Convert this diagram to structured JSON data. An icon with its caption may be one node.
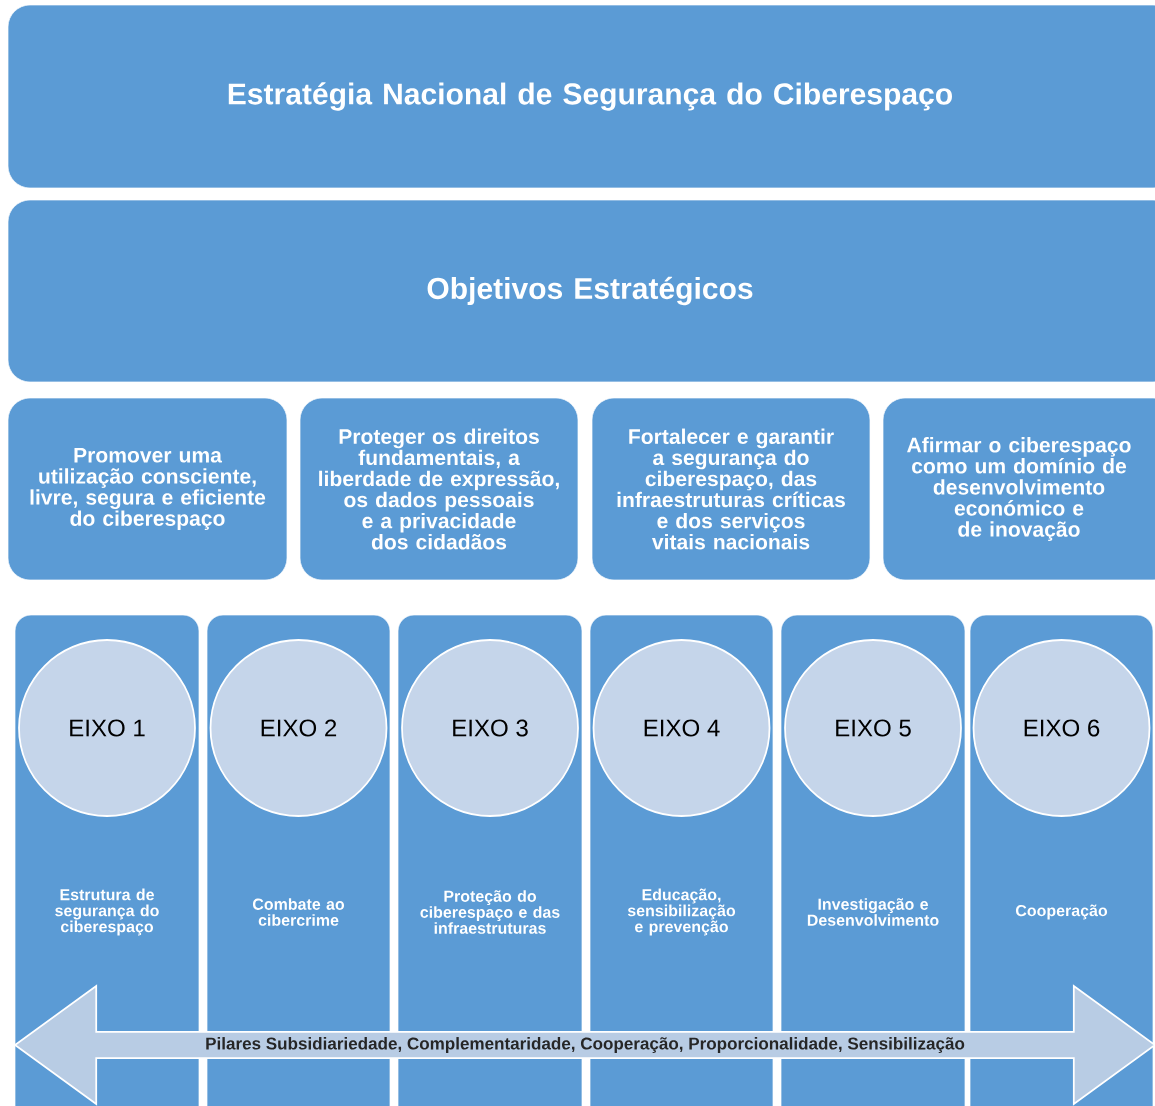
{
  "diagram": {
    "nodes": [
      {
        "text": [
          "Estratégia Nacional de Segurança do Ciberespaço"
        ]
      },
      {
        "text": [
          "Objetivos Estratégicos"
        ]
      },
      {
        "text": [
          "Promover uma utilização consciente, livre, segura e eficiente do ciberespaço"
        ]
      },
      {
        "text": [
          "Proteger os direitos fundamentais, a liberdade de expressão, os dados pessoais e a privacidade dos cidadãos"
        ]
      },
      {
        "text": [
          "Fortalecer e garantir a segurança do ciberespaço, das infraestruturas críticas e dos serviços vitais nacionais"
        ]
      },
      {
        "text": [
          "Afirmar o ciberespaço como um domínio de desenvolvimento económico e de inovação"
        ]
      },
      {
        "text": [
          "Estrutura de segurança do ciberespaço"
        ]
      },
      {
        "text": [
          "EIXO 1"
        ],
        "in": 6
      },
      {
        "text": [
          "Combate ao cibercrime"
        ]
      },
      {
        "text": [
          "EIXO 2"
        ],
        "in": 8
      },
      {
        "text": [
          "Proteção do ciberespaço e das infraestruturas"
        ]
      },
      {
        "text": [
          "EIXO 3"
        ],
        "in": 10
      },
      {
        "text": [
          "Educação, sensibilização e prevenção"
        ]
      },
      {
        "text": [
          "EIXO 4"
        ],
        "in": 12
      },
      {
        "text": [
          "Investigação e Desenvolvimento"
        ]
      },
      {
        "text": [
          "EIXO 5"
        ],
        "in": 14
      },
      {
        "text": [
          "Cooperação"
        ]
      },
      {
        "text": [
          "EIXO 6"
        ],
        "in": 16
      },
      {
        "text": [
          "Pilares Subsidiariedade, Complementaridade, Cooperação, Proporcionalidade, Sensibilização"
        ]
      }
    ],
    "edges": []
  }
}
